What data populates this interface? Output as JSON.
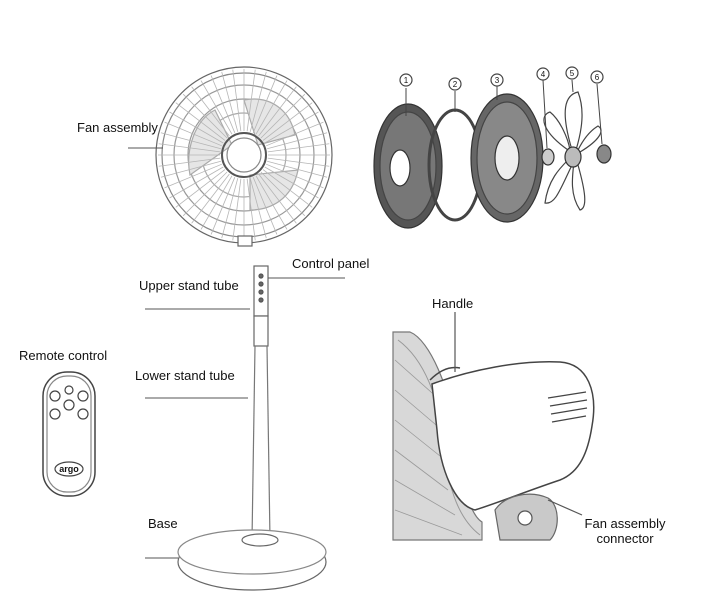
{
  "labels": {
    "fan_assembly": "Fan assembly",
    "control_panel": "Control panel",
    "upper_stand_tube": "Upper stand tube",
    "remote_control": "Remote control",
    "lower_stand_tube": "Lower stand tube",
    "base": "Base",
    "handle": "Handle",
    "fan_assembly_connector_line1": "Fan assembly",
    "fan_assembly_connector_line2": "connector"
  },
  "part_numbers": [
    "1",
    "2",
    "3",
    "4",
    "5",
    "6"
  ],
  "remote_logo": "argo"
}
